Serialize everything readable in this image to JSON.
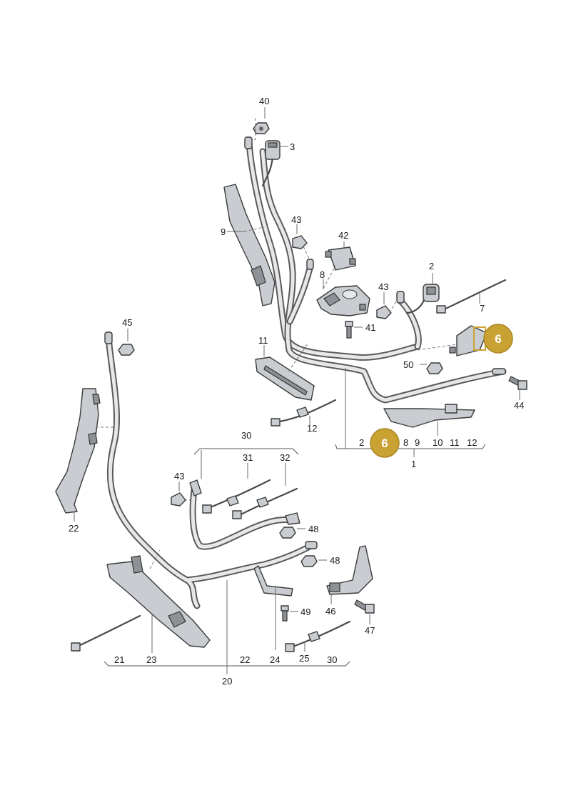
{
  "labels": {
    "l40": "40",
    "l3": "3",
    "l9": "9",
    "l43a": "43",
    "l42": "42",
    "l8": "8",
    "l2": "2",
    "l43b": "43",
    "l41": "41",
    "l7": "7",
    "l11": "11",
    "l50": "50",
    "l44": "44",
    "l12": "12",
    "l45": "45",
    "l22a": "22",
    "g1_2": "2",
    "g1_8": "8",
    "g1_9": "9",
    "g1_10": "10",
    "g1_11": "11",
    "g1_12": "12",
    "g1_total": "1",
    "l30top": "30",
    "l31": "31",
    "l32": "32",
    "l43c": "43",
    "l48a": "48",
    "l48b": "48",
    "l49": "49",
    "l46": "46",
    "l47": "47",
    "g20_21": "21",
    "g20_23": "23",
    "g20_22": "22",
    "g20_24": "24",
    "g20_25": "25",
    "g20_30": "30",
    "g20_total": "20"
  },
  "highlights": {
    "badge_a": "6",
    "badge_b": "6",
    "color": "#c9a233"
  }
}
